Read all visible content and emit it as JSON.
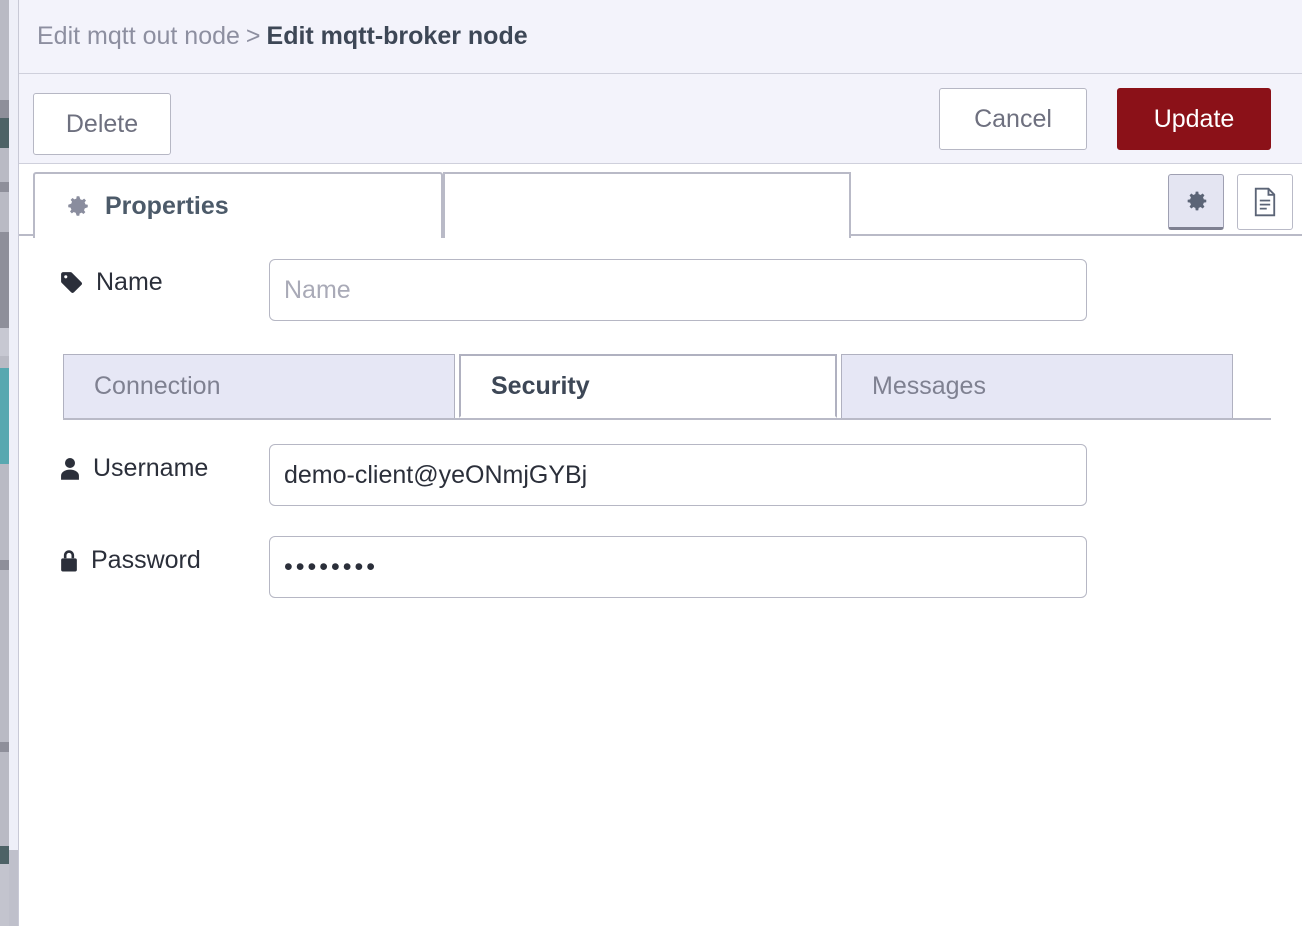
{
  "breadcrumb": {
    "previous": "Edit mqtt out node",
    "separator": ">",
    "current": "Edit mqtt-broker node"
  },
  "toolbar": {
    "delete_label": "Delete",
    "cancel_label": "Cancel",
    "update_label": "Update"
  },
  "tabs": {
    "properties_label": "Properties",
    "gear_icon": "gear-icon",
    "doc_icon": "description-icon"
  },
  "form": {
    "name": {
      "label": "Name",
      "icon": "tag-icon",
      "value": "",
      "placeholder": "Name"
    },
    "username": {
      "label": "Username",
      "icon": "user-icon",
      "value": "demo-client@yeONmjGYBj",
      "placeholder": ""
    },
    "password": {
      "label": "Password",
      "icon": "lock-icon",
      "value": "••••••••",
      "placeholder": ""
    }
  },
  "subtabs": [
    {
      "label": "Connection",
      "active": false
    },
    {
      "label": "Security",
      "active": true
    },
    {
      "label": "Messages",
      "active": false
    }
  ],
  "colors": {
    "header_bg": "#f3f3fb",
    "update_button": "#8b1118",
    "tab_inactive_bg": "#e6e7f5",
    "border": "#b9bac7",
    "text_primary": "#2b2f3a",
    "text_muted": "#8d8fa0"
  }
}
